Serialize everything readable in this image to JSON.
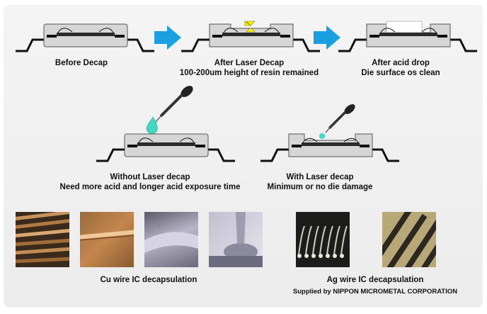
{
  "steps": [
    {
      "title": "Before Decap",
      "subtitle": ""
    },
    {
      "title": "After Laser Decap",
      "subtitle": "100-200um height of resin remained"
    },
    {
      "title": "After acid drop",
      "subtitle": "Die surface os clean"
    }
  ],
  "comparison": [
    {
      "title": "Without Laser decap",
      "subtitle": "Need more acid and longer acid exposure time"
    },
    {
      "title": "With Laser decap",
      "subtitle": "Minimum or no die damage"
    }
  ],
  "photo_groups": [
    {
      "label": "Cu wire IC decapsulation",
      "photos": [
        "cu-wire-bundle",
        "cu-wire-single",
        "cu-wire-surface",
        "cu-wire-bond"
      ]
    },
    {
      "label": "Ag wire IC decapsulation",
      "photos": [
        "ag-wire-row",
        "ag-wire-pattern"
      ]
    }
  ],
  "supplier_note": "Supplied by NIPPON MICROMETAL CORPORATION",
  "colors": {
    "arrow": "#1aa0e0",
    "mold": "#d6d6d6",
    "die": "#2a2a2a",
    "acid": "#40d8c0",
    "marker": "#ffee00"
  }
}
